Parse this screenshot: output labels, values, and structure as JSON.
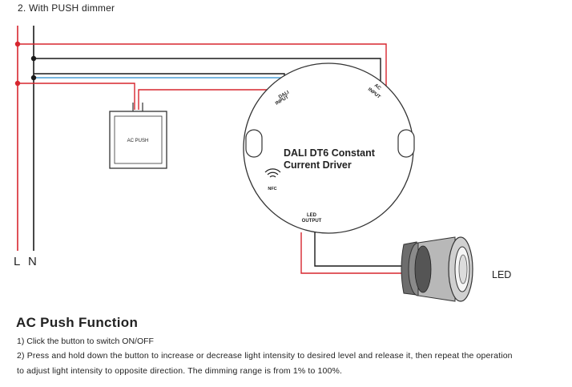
{
  "diagram": {
    "subtitle": "2. With PUSH dimmer",
    "terminal_L": "L",
    "terminal_N": "N",
    "push_box_label": "AC PUSH",
    "driver_title_line1": "DALI DT6 Constant",
    "driver_title_line2": "Current Driver",
    "dali_input_line1": "DALI",
    "dali_input_line2": "INPUT",
    "ac_input_line1": "AC",
    "ac_input_line2": "INPUT",
    "nfc_label": "NFC",
    "led_output_line1": "LED",
    "led_output_line2": "OUTPUT",
    "led_label": "LED",
    "colors": {
      "live_wire": "#d7262f",
      "neutral_wire": "#1a1a1a",
      "dali_wire_blue": "#4a9fd6",
      "outline": "#333333"
    }
  },
  "section": {
    "title": "AC Push Function",
    "step1": "1) Click the button to switch ON/OFF",
    "step2_line1": "2) Press and hold down the button to increase or decrease light intensity to desired level and release it, then repeat the operation",
    "step2_line2": "to adjust light intensity to opposite direction. The dimming range is from 1% to 100%."
  }
}
